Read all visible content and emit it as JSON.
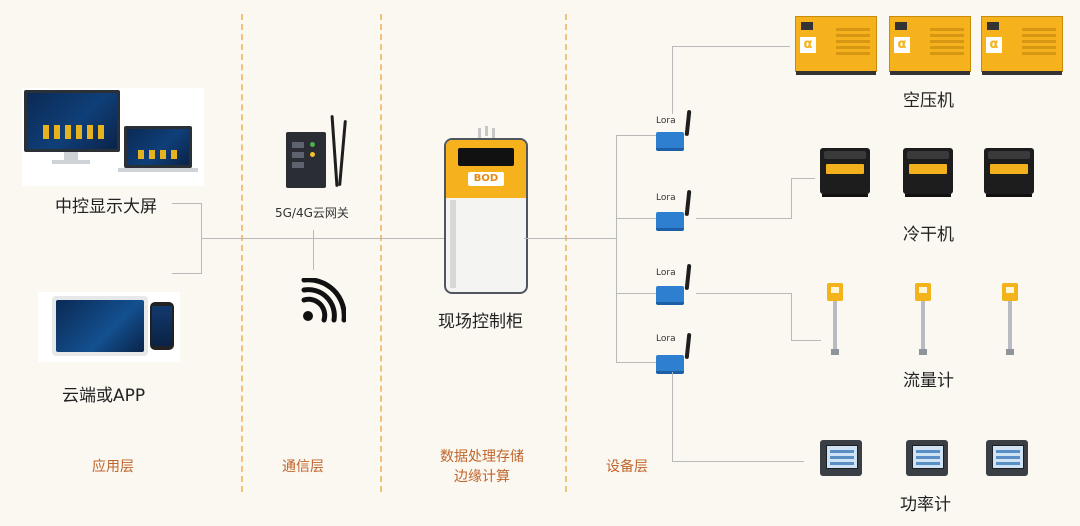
{
  "colors": {
    "background": "#fbf8f2",
    "divider": "#f0c27a",
    "layer_label": "#c0652a",
    "connector": "#b9b9b9",
    "device_yellow": "#f5b21d"
  },
  "application": {
    "big_screen_label": "中控显示大屏",
    "cloud_label": "云端或APP"
  },
  "communication": {
    "gateway_label": "5G/4G云网关",
    "wifi_icon": "wifi-icon"
  },
  "edge": {
    "cabinet_label": "现场控制柜",
    "brand_text": "BOD"
  },
  "devices": {
    "lora_labels": [
      "Lora",
      "Lora",
      "Lora",
      "Lora"
    ],
    "groups": [
      {
        "name": "空压机",
        "count": 3
      },
      {
        "name": "冷干机",
        "count": 3
      },
      {
        "name": "流量计",
        "count": 3
      },
      {
        "name": "功率计",
        "count": 3
      }
    ],
    "compressor_logo": "α"
  },
  "layers": {
    "application": "应用层",
    "communication": "通信层",
    "edge_line1": "数据处理存储",
    "edge_line2": "边缘计算",
    "device": "设备层"
  }
}
